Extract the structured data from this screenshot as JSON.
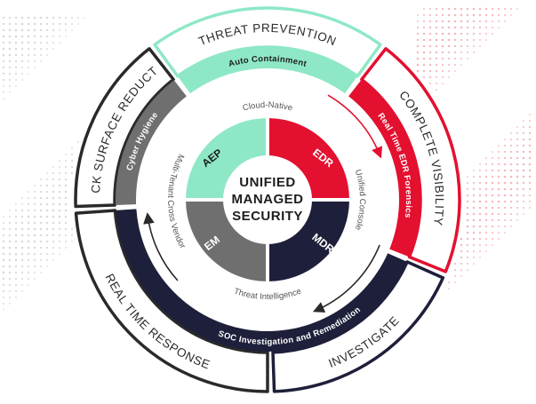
{
  "outer_segments": [
    {
      "label": "THREAT PREVENTION"
    },
    {
      "label": "COMPLETE VISIBILITY"
    },
    {
      "label": "INVESTIGATE"
    },
    {
      "label": "REAL TIME RESPONSE"
    },
    {
      "label": "ATTACK SURFACE REDUCTIONS"
    }
  ],
  "bands": [
    {
      "label": "Auto Containment"
    },
    {
      "label": "Real Time EDR Forensics"
    },
    {
      "label": "SOC Investigation and Remediation"
    },
    {
      "label": "Cyber Hygiene"
    }
  ],
  "ring_labels": [
    {
      "label": "Cloud-Native"
    },
    {
      "label": "Unified Console"
    },
    {
      "label": "Threat Intelligence"
    },
    {
      "label": "Multi-Tenant Cross Vendor"
    }
  ],
  "quadrants": [
    {
      "label": "AEP"
    },
    {
      "label": "EDR"
    },
    {
      "label": "MDR"
    },
    {
      "label": "EM"
    }
  ],
  "center": {
    "line1": "UNIFIED",
    "line2": "MANAGED",
    "line3": "SECURITY"
  },
  "colors": {
    "mint": "#8ee8c6",
    "red": "#e3102f",
    "navy": "#1e1f3a",
    "gray": "#6f6f6f",
    "dark_gray": "#4a4a4a",
    "outline": "#2a2a2a"
  }
}
